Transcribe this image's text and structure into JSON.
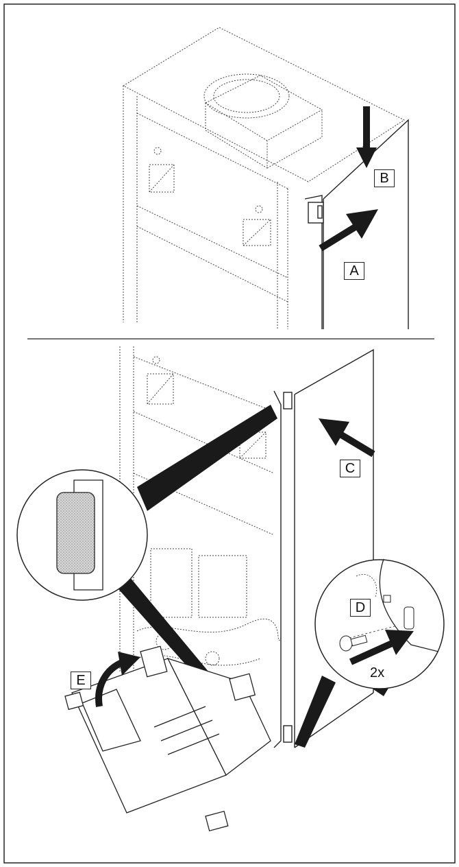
{
  "labels": {
    "a": "A",
    "b": "B",
    "c": "C",
    "d": "D",
    "e": "E",
    "multiplier": "2x"
  },
  "colors": {
    "line": "#222222",
    "dotted": "#555555",
    "fill_dark": "#1a1a1a",
    "stipple": "#9a9a9a"
  }
}
